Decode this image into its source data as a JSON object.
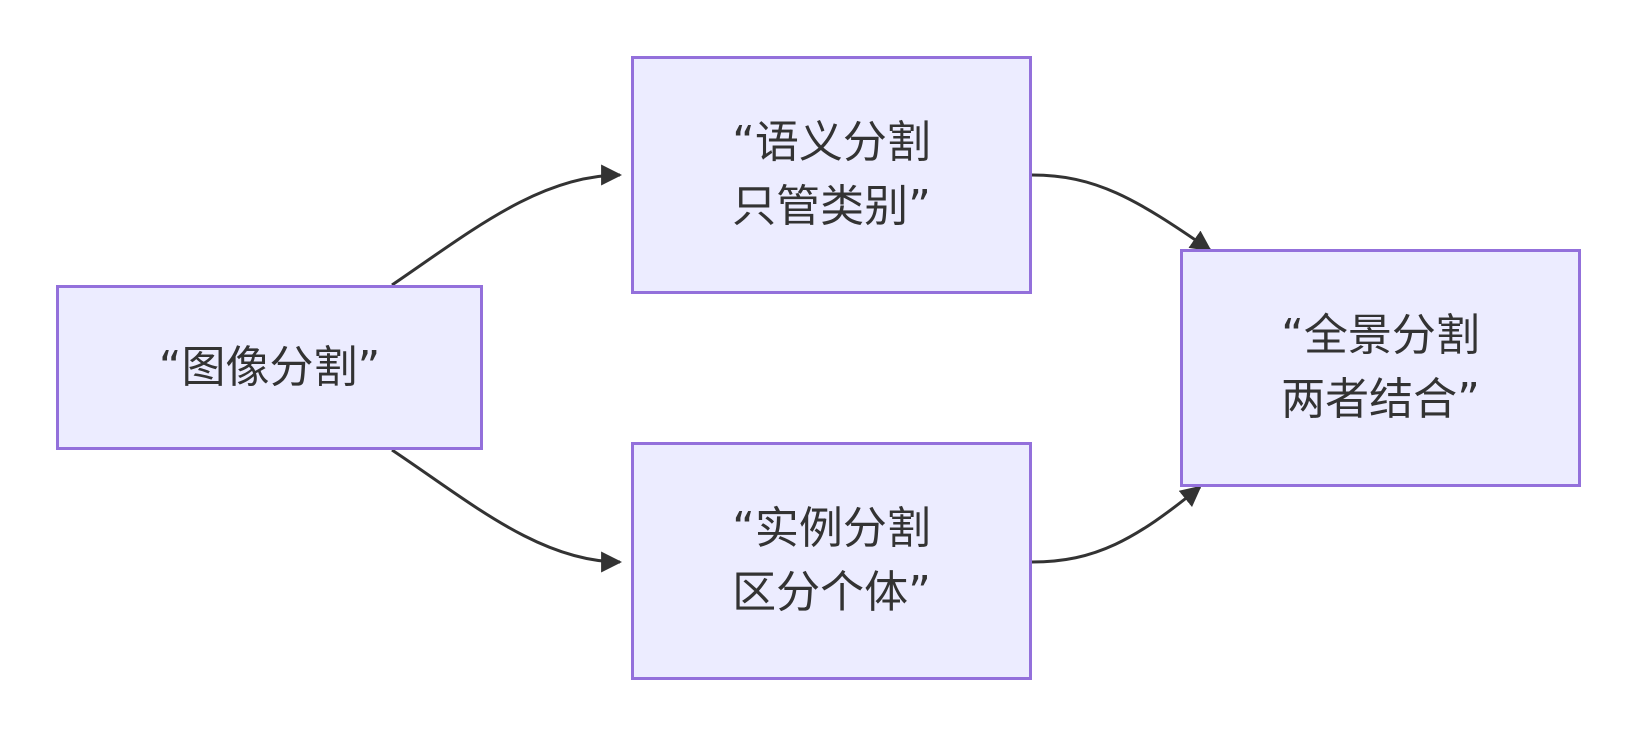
{
  "diagram": {
    "nodes": [
      {
        "id": "root",
        "lines": [
          "“图像分割”"
        ]
      },
      {
        "id": "semantic",
        "lines": [
          "“语义分割",
          "只管类别”"
        ]
      },
      {
        "id": "instance",
        "lines": [
          "“实例分割",
          "区分个体”"
        ]
      },
      {
        "id": "panoptic",
        "lines": [
          "“全景分割",
          "两者结合”"
        ]
      }
    ],
    "edges": [
      {
        "from": "root",
        "to": "semantic"
      },
      {
        "from": "root",
        "to": "instance"
      },
      {
        "from": "semantic",
        "to": "panoptic"
      },
      {
        "from": "instance",
        "to": "panoptic"
      }
    ],
    "colors": {
      "node_fill": "#ececff",
      "node_border": "#9370db",
      "edge": "#333333",
      "text": "#333333"
    }
  }
}
